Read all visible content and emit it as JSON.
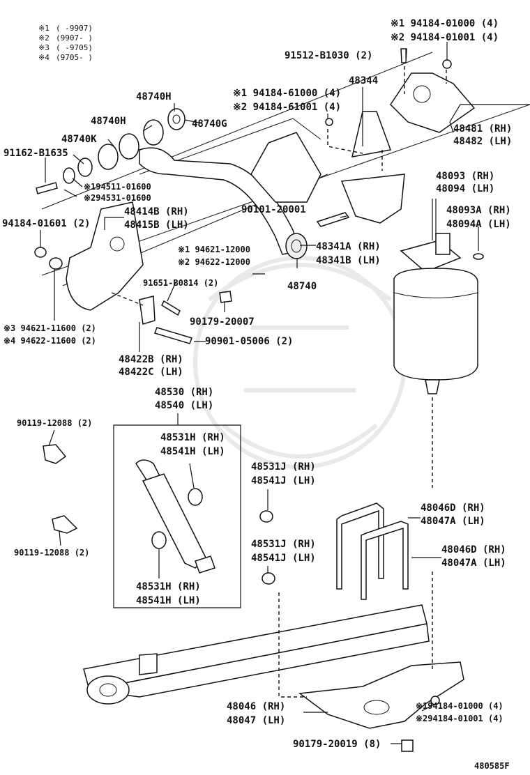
{
  "legend": [
    {
      "mark": "※1",
      "range": "(      -9907)"
    },
    {
      "mark": "※2",
      "range": "(9907-      )"
    },
    {
      "mark": "※3",
      "range": "(      -9705)"
    },
    {
      "mark": "※4",
      "range": "(9705-      )"
    }
  ],
  "labels": {
    "p94184_01000": "※1 94184-01000 (4)",
    "p94184_01001": "※2 94184-01001 (4)",
    "p91512": "91512-B1030 (2)",
    "p48344": "48344",
    "p94184_61000": "※1 94184-61000 (4)",
    "p94184_61001": "※2 94184-61001 (4)",
    "p48740h_a": "48740H",
    "p48740h_b": "48740H",
    "p48740g": "48740G",
    "p48740k": "48740K",
    "p91162": "91162-B1635",
    "p94511": "※194511-01600",
    "p94531": "※294531-01600",
    "p48481": "48481 (RH)",
    "p48482": "48482 (LH)",
    "p48093": "48093 (RH)",
    "p48094": "48094 (LH)",
    "p48093a": "48093A (RH)",
    "p48094a": "48094A (LH)",
    "p48414b": "48414B (RH)",
    "p48415b": "48415B (LH)",
    "p94184_01601": "94184-01601 (2)",
    "p90101": "90101-20001",
    "p48341a": "48341A (RH)",
    "p48341b": "48341B (LH)",
    "p94621_12000": "※1 94621-12000",
    "p94622_12000": "※2 94622-12000",
    "p48740": "48740",
    "p91651": "91651-B0814 (2)",
    "p90179_20007": "90179-20007",
    "p94621_11600": "※3 94621-11600 (2)",
    "p94622_11600": "※4 94622-11600 (2)",
    "p90901": "90901-05006 (2)",
    "p48422b": "48422B (RH)",
    "p48422c": "48422C (LH)",
    "p48530": "48530 (RH)",
    "p48540": "48540 (LH)",
    "p90119_a": "90119-12088 (2)",
    "p48531h_a": "48531H (RH)",
    "p48541h_a": "48541H (LH)",
    "p48531j_a": "48531J (RH)",
    "p48541j_a": "48541J (LH)",
    "p48046d_a": "48046D (RH)",
    "p48047a_a": "48047A (LH)",
    "p90119_b": "90119-12088 (2)",
    "p48531j_b": "48531J (RH)",
    "p48541j_b": "48541J (LH)",
    "p48046d_b": "48046D (RH)",
    "p48047a_b": "48047A (LH)",
    "p48531h_b": "48531H (RH)",
    "p48541h_b": "48541H (LH)",
    "p48046": "48046 (RH)",
    "p48047": "48047 (LH)",
    "p94184_01000_b": "※194184-01000 (4)",
    "p94184_01001_b": "※294184-01001 (4)",
    "p90179_20019": "90179-20019 (8)"
  },
  "figure_code": "480585F"
}
